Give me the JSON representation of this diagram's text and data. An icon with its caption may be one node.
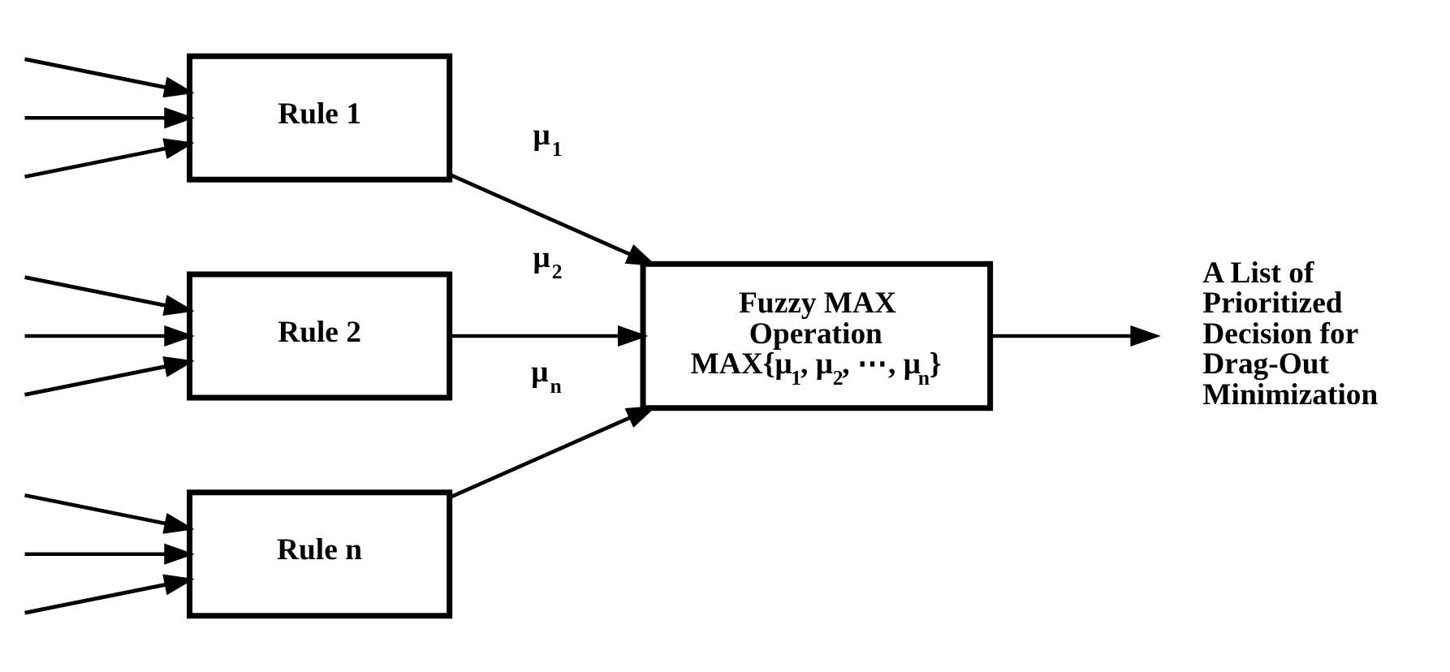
{
  "diagram": {
    "nodes": [
      {
        "text": [
          "Rule 1"
        ]
      },
      {
        "text": [
          "Rule 2"
        ]
      },
      {
        "text": [
          "Rule n"
        ]
      },
      {
        "text": [
          "Fuzzy MAX Operation",
          "MAX{μ$_{1}$, μ$_{2}$, ⋯, μ$_{n}$}"
        ]
      },
      {
        "text": [
          "A List of Prioritized Decision for Drag-Out Minimization"
        ]
      }
    ],
    "edges": [
      {
        "from": null,
        "to": 0,
        "arrow": "to"
      },
      {
        "from": null,
        "to": 0,
        "arrow": "to"
      },
      {
        "from": null,
        "to": 0,
        "arrow": "to"
      },
      {
        "from": null,
        "to": 1,
        "arrow": "to"
      },
      {
        "from": null,
        "to": 1,
        "arrow": "to"
      },
      {
        "from": null,
        "to": 1,
        "arrow": "to"
      },
      {
        "from": null,
        "to": 2,
        "arrow": "to"
      },
      {
        "from": null,
        "to": 2,
        "arrow": "to"
      },
      {
        "from": null,
        "to": 2,
        "arrow": "to"
      },
      {
        "from": 0,
        "to": 3,
        "arrow": "to",
        "label": "μ$_{1}$"
      },
      {
        "from": 1,
        "to": 3,
        "arrow": "to",
        "label": "μ$_{2}$"
      },
      {
        "from": 2,
        "to": 3,
        "arrow": "to",
        "label": "μ$_{n}$"
      },
      {
        "from": 3,
        "to": 4,
        "arrow": "to"
      }
    ]
  }
}
